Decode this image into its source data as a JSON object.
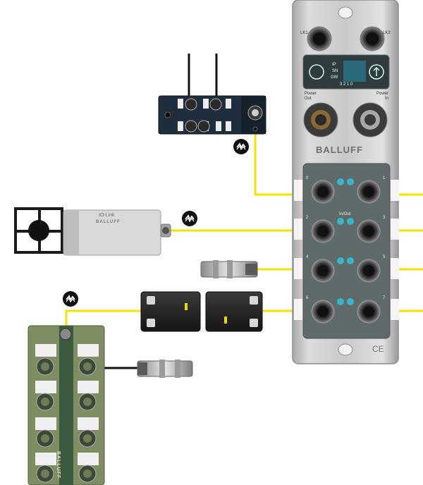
{
  "master": {
    "brand": "BALLUFF",
    "ports_top": [
      "LK1",
      "LK2"
    ],
    "display_lines": [
      "IP",
      "SN",
      "GW"
    ],
    "display_status": "3 2 1 0",
    "power_out": "Power\nOut",
    "power_in": "Power\nIn",
    "port_group_label": "In/Out",
    "port_numbers": [
      "0",
      "1",
      "2",
      "3",
      "4",
      "5",
      "6",
      "7"
    ],
    "ce_mark": "CE"
  },
  "io_link_sensor": {
    "brand_text": "IO-Link",
    "maker_text": "BALLUFF"
  },
  "hub": {
    "brand": "BALLUFF"
  },
  "colors": {
    "cable_yellow": "#f5e400",
    "cable_black": "#111111",
    "master_metal": "#cfcfcf",
    "port_panel": "#5f6b6a",
    "hub_green": "#7d8f62"
  },
  "icons": [
    "io-link-icon",
    "io-link-icon",
    "io-link-icon"
  ]
}
